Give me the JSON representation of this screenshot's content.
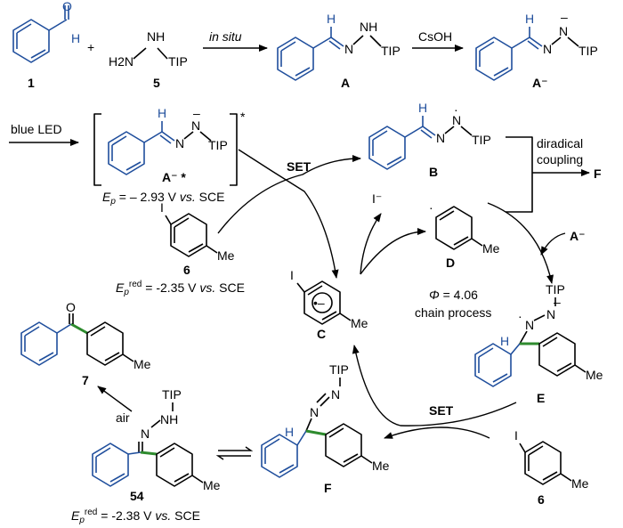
{
  "reagents": {
    "in_situ": "in situ",
    "csoh": "CsOH",
    "blue_led": "blue LED",
    "air": "air",
    "diradical": "diradical",
    "coupling": "coupling",
    "F_product": "F"
  },
  "atoms": {
    "H": "H",
    "O": "O",
    "N": "N",
    "NH": "NH",
    "H2N": "H2N",
    "TIP": "TIP",
    "I": "I",
    "Me": "Me",
    "minus": "–",
    "dot": "·",
    "radical_anion": "•–",
    "star": "*"
  },
  "labels": {
    "c1": "1",
    "c5": "5",
    "A": "A",
    "A_minus": "A⁻",
    "A_minus_star": "A⁻ *",
    "B": "B",
    "C": "C",
    "D": "D",
    "E": "E",
    "F": "F",
    "c6": "6",
    "c7": "7",
    "c54": "54",
    "I_minus": "I⁻",
    "A_minus_right": "A⁻"
  },
  "texts": {
    "ep1_sym": "E",
    "ep1_sub": "p",
    "ep1_val": " = – 2.93 V ",
    "ep1_vs": "vs.",
    "ep1_ref": " SCE",
    "ep2_sym": "E",
    "ep2_sub": "p",
    "ep2_sup": "red",
    "ep2_val": " = -2.35 V ",
    "ep2_vs": "vs.",
    "ep2_ref": " SCE",
    "ep3_sym": "E",
    "ep3_sub": "p",
    "ep3_sup": "red",
    "ep3_val": " = -2.38 V ",
    "ep3_vs": "vs.",
    "ep3_ref": " SCE",
    "phi_sym": "Φ",
    "phi_val": " = 4.06",
    "chain": "chain process",
    "set1": "SET",
    "set2": "SET"
  },
  "colors": {
    "blue": "#1f4e9c",
    "green": "#2e8b2e",
    "black": "#000000"
  }
}
